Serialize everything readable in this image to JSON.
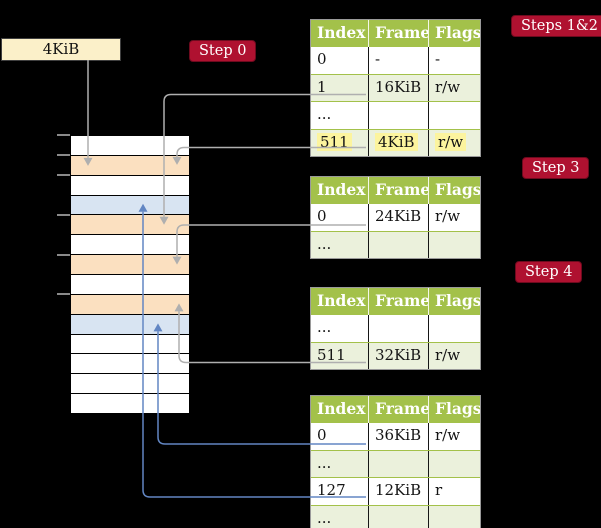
{
  "legend": {
    "label": "4KiB"
  },
  "badges": {
    "step0": "Step 0",
    "steps12": "Steps 1&2",
    "step3": "Step 3",
    "step4": "Step 4"
  },
  "colors": {
    "background": "#000000",
    "badge_red": "#AF1130",
    "table_header_green": "#A3C14A",
    "table_row_green": "#EBF1DC",
    "highlight_yellow": "#FCF49E",
    "memory_frame_orange": "#FBE0C0",
    "memory_frame_blue": "#D8E4F2",
    "legend_cream": "#FBF0C9",
    "gray_arrow": "#AFAFAF",
    "blue_arrow": "#6286C3"
  },
  "memory": {
    "rows": [
      "white",
      "orange",
      "white",
      "blue",
      "orange",
      "white",
      "orange",
      "white",
      "orange",
      "blue",
      "white",
      "white",
      "white",
      "white"
    ],
    "tick_rows": [
      0,
      1,
      2,
      4,
      6,
      8
    ]
  },
  "tables": [
    {
      "name": "page-table-steps-1-2",
      "headers": [
        "Index",
        "Frame",
        "Flags"
      ],
      "rows": [
        {
          "cells": [
            "0",
            "-",
            "-"
          ],
          "shaded": false,
          "highlight": false
        },
        {
          "cells": [
            "1",
            "16KiB",
            "r/w"
          ],
          "shaded": true,
          "highlight": false
        },
        {
          "cells": [
            "...",
            "",
            ""
          ],
          "shaded": false,
          "highlight": false
        },
        {
          "cells": [
            "511",
            "4KiB",
            "r/w"
          ],
          "shaded": true,
          "highlight": true
        }
      ]
    },
    {
      "name": "page-table-step-3",
      "headers": [
        "Index",
        "Frame",
        "Flags"
      ],
      "rows": [
        {
          "cells": [
            "0",
            "24KiB",
            "r/w"
          ],
          "shaded": false,
          "highlight": false
        },
        {
          "cells": [
            "...",
            "",
            ""
          ],
          "shaded": true,
          "highlight": false
        }
      ]
    },
    {
      "name": "page-table-step-4a",
      "headers": [
        "Index",
        "Frame",
        "Flags"
      ],
      "rows": [
        {
          "cells": [
            "...",
            "",
            ""
          ],
          "shaded": false,
          "highlight": false
        },
        {
          "cells": [
            "511",
            "32KiB",
            "r/w"
          ],
          "shaded": true,
          "highlight": false
        }
      ]
    },
    {
      "name": "page-table-step-4b",
      "headers": [
        "Index",
        "Frame",
        "Flags"
      ],
      "rows": [
        {
          "cells": [
            "0",
            "36KiB",
            "r/w"
          ],
          "shaded": false,
          "highlight": false
        },
        {
          "cells": [
            "...",
            "",
            ""
          ],
          "shaded": true,
          "highlight": false
        },
        {
          "cells": [
            "127",
            "12KiB",
            "r"
          ],
          "shaded": false,
          "highlight": false
        },
        {
          "cells": [
            "...",
            "",
            ""
          ],
          "shaded": true,
          "highlight": false
        }
      ]
    }
  ],
  "connectors": [
    {
      "from": "legend",
      "to_mem_row": 1,
      "color": "gray",
      "dir": "down"
    },
    {
      "from": "table",
      "table": 0,
      "row": 1,
      "to_mem_row": 4,
      "color": "gray",
      "dir": "down"
    },
    {
      "from": "table",
      "table": 0,
      "row": 3,
      "to_mem_row": 1,
      "color": "gray",
      "dir": "down"
    },
    {
      "from": "table",
      "table": 1,
      "row": 0,
      "to_mem_row": 6,
      "color": "gray",
      "dir": "down"
    },
    {
      "from": "table",
      "table": 2,
      "row": 1,
      "to_mem_row": 8,
      "color": "gray",
      "dir": "up"
    },
    {
      "from": "table",
      "table": 3,
      "row": 0,
      "to_mem_row": 9,
      "color": "blue",
      "dir": "up"
    },
    {
      "from": "table",
      "table": 3,
      "row": 2,
      "to_mem_row": 3,
      "color": "blue",
      "dir": "up"
    }
  ]
}
